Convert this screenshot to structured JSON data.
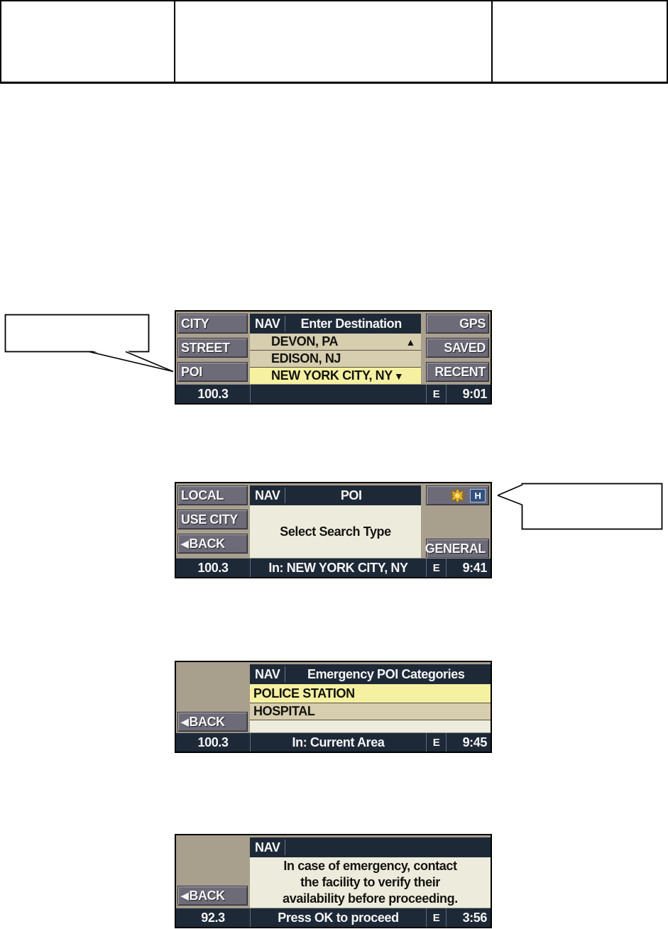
{
  "colors": {
    "screen_navy": "#1e2938",
    "button_slate": "#6e6b79",
    "panel_tan": "#a89f8d",
    "row_tan": "#d7cdaf",
    "row_cream": "#edebdc",
    "highlight_yellow": "#f5f1a1",
    "star_gold": "#f0b428",
    "h_badge_blue": "#31517f",
    "text_white": "#f5f5f5"
  },
  "icons": {
    "back": "◀",
    "scroll_up": "▲",
    "scroll_down": "▼"
  },
  "screens": {
    "s1": {
      "left_buttons": [
        "CITY",
        "STREET",
        "POI"
      ],
      "nav": "NAV",
      "title": "Enter Destination",
      "list": [
        "DEVON, PA",
        "EDISON, NJ",
        "NEW YORK CITY, NY"
      ],
      "right_buttons": [
        "GPS",
        "SAVED",
        "RECENT"
      ],
      "status": {
        "freq": "100.3",
        "middle": "",
        "e": "E",
        "time": "9:01"
      }
    },
    "s2": {
      "left_buttons": [
        "LOCAL",
        "USE CITY"
      ],
      "back_label": "BACK",
      "nav": "NAV",
      "title": "POI",
      "body": "Select Search Type",
      "emergency_h": "H",
      "general_button": "GENERAL",
      "status": {
        "freq": "100.3",
        "middle": "In: NEW YORK CITY, NY",
        "e": "E",
        "time": "9:41"
      }
    },
    "s3": {
      "back_label": "BACK",
      "nav": "NAV",
      "title": "Emergency POI Categories",
      "list": [
        "POLICE STATION",
        "HOSPITAL"
      ],
      "status": {
        "freq": "100.3",
        "middle": "In: Current Area",
        "e": "E",
        "time": "9:45"
      }
    },
    "s4": {
      "back_label": "BACK",
      "nav": "NAV",
      "title": "",
      "body_lines": [
        "In case of emergency, contact",
        "the facility to verify their",
        "availability before proceeding."
      ],
      "status": {
        "freq": "92.3",
        "middle": "Press OK to proceed",
        "e": "E",
        "time": "3:56"
      }
    }
  }
}
